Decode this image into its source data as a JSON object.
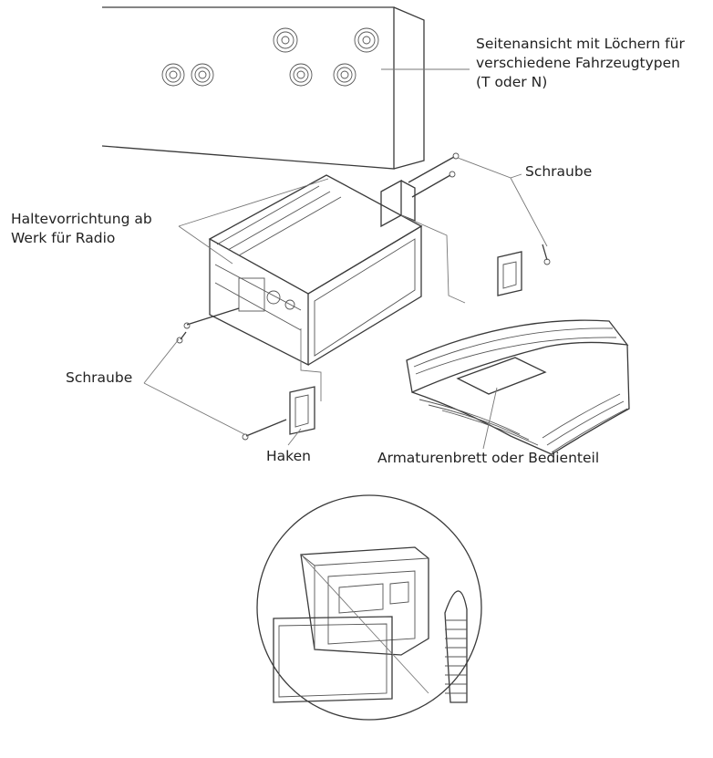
{
  "labels": {
    "side_view": [
      "Seitenansicht mit Löchern für",
      "verschiedene Fahrzeugtypen",
      "(T oder N)"
    ],
    "holder": [
      "Haltevorrichtung ab",
      "Werk für Radio"
    ],
    "screw_top": "Schraube",
    "screw_left": "Schraube",
    "hook": "Haken",
    "dashboard": "Armaturenbrett oder Bedienteil"
  },
  "colors": {
    "line": "#3a3a3a",
    "text": "#222222",
    "background": "#ffffff"
  }
}
